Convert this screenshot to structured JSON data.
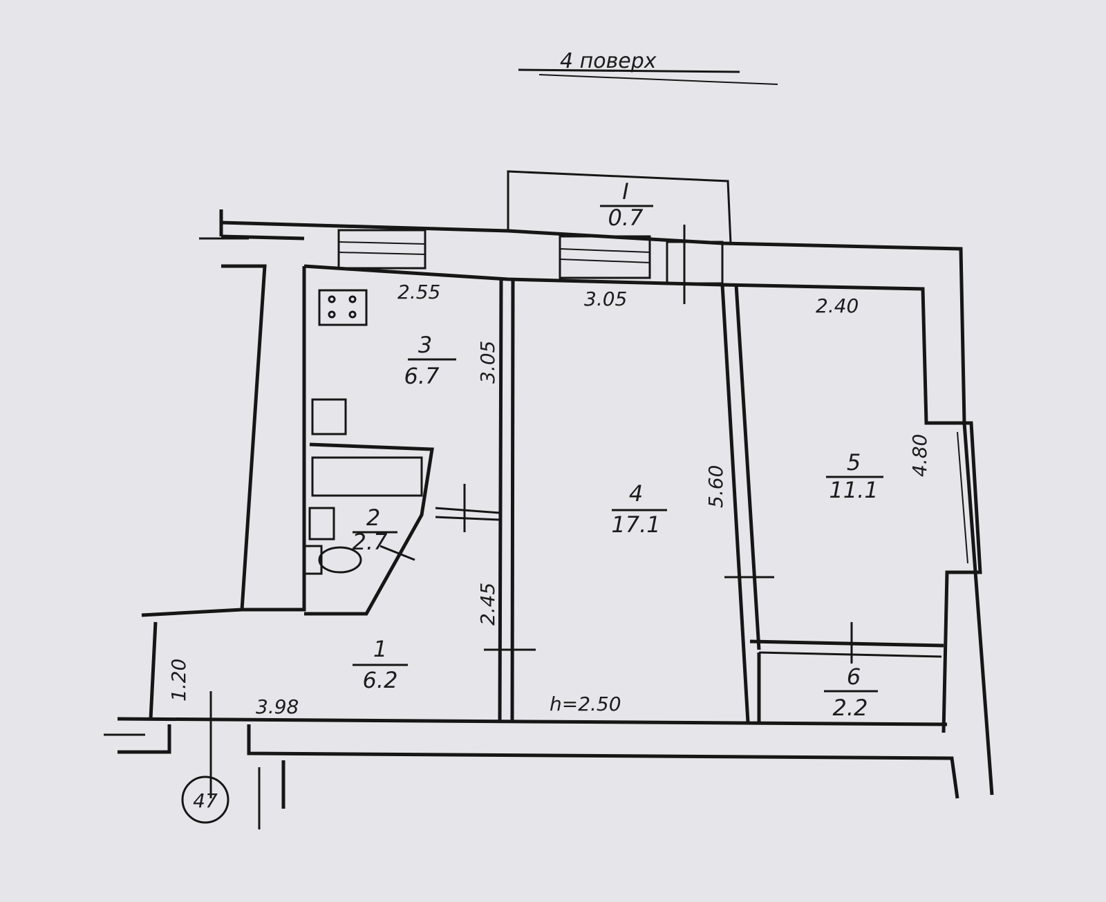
{
  "title": "4 поверх",
  "sheet_number": "47",
  "ceiling_height": "h=2.50",
  "rooms": [
    {
      "id": "1",
      "area": "6.2"
    },
    {
      "id": "2",
      "area": "2.7"
    },
    {
      "id": "3",
      "area": "6.7"
    },
    {
      "id": "4",
      "area": "17.1"
    },
    {
      "id": "5",
      "area": "11.1"
    },
    {
      "id": "6",
      "area": "2.2"
    },
    {
      "id": "I",
      "area": "0.7"
    }
  ],
  "dimensions": [
    "2.55",
    "3.05",
    "2.40",
    "3.05",
    "5.60",
    "4.80",
    "2.45",
    "1.20",
    "3.98"
  ]
}
